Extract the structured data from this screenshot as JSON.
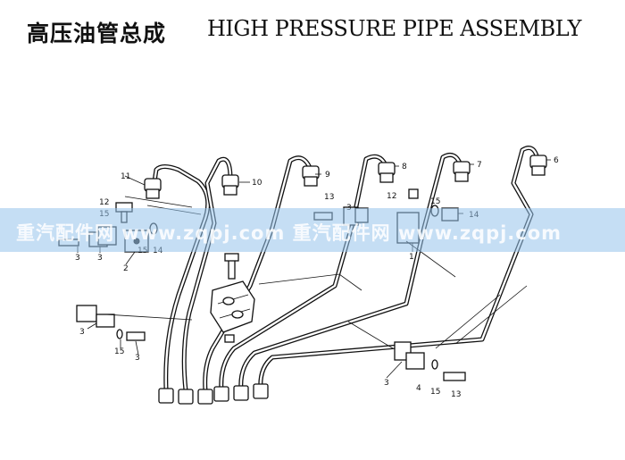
{
  "title": {
    "zh": "高压油管总成",
    "en": "HIGH PRESSURE PIPE ASSEMBLY"
  },
  "callouts": {
    "c11": "11",
    "c10": "10",
    "c9": "9",
    "c8": "8",
    "c7": "7",
    "c6": "6",
    "c12a": "12",
    "c15a": "15",
    "c3a": "3",
    "c3b": "3",
    "c2": "2",
    "c15b": "15",
    "c14a": "14",
    "c13a": "13",
    "c3c": "3",
    "c12b": "12",
    "c15c": "15",
    "c14b": "14",
    "c1": "1",
    "c3d": "3",
    "c15d": "15",
    "c3e": "3",
    "c3f": "3",
    "c4": "4",
    "c15e": "15",
    "c13b": "13"
  },
  "watermark": {
    "text": "重汽配件网  www.zqpj.com  重汽配件网  www.zqpj.com"
  }
}
